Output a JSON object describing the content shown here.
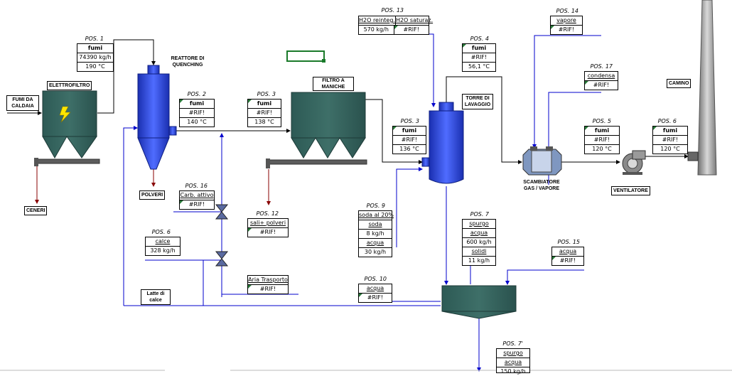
{
  "labels": {
    "fumi_da_caldaia": "FUMI DA CALDAIA",
    "elettrofiltro": "ELETTROFILTRO",
    "reattore": "REATTORE DI QUENCHING",
    "filtro": "FILTRO A MANICHE",
    "torre": "TORRE DI LAVAGGIO",
    "scambiatore": "SCAMBIATORE GAS / VAPORE",
    "ventilatore": "VENTILATORE",
    "camino": "CAMINO",
    "ceneri": "CENERI",
    "polveri": "POLVERI",
    "latte": "Latte di calce"
  },
  "streams": {
    "pos1": {
      "pos": "POS. 1",
      "head": "fumi",
      "v1": "74390 kg/h",
      "v2": "190 °C"
    },
    "pos2": {
      "pos": "POS. 2",
      "head": "fumi",
      "v1": "#RIF!",
      "v2": "140 °C"
    },
    "pos3": {
      "pos": "POS. 3",
      "head": "fumi",
      "v1": "#RIF!",
      "v2": "138 °C"
    },
    "pos3b": {
      "pos": "POS. 3",
      "head": "fumi",
      "v1": "#RIF!",
      "v2": "136 °C"
    },
    "pos4": {
      "pos": "POS. 4",
      "head": "fumi",
      "v1": "#RIF!",
      "v2": "56,1 °C"
    },
    "pos5": {
      "pos": "POS. 5",
      "head": "fumi",
      "v1": "#RIF!",
      "v2": "120 °C"
    },
    "pos6": {
      "pos": "POS. 6",
      "head": "fumi",
      "v1": "#RIF!",
      "v2": "120 °C"
    },
    "pos6b": {
      "pos": "POS. 6",
      "head": "calce",
      "v1": "328 kg/h"
    },
    "pos7": {
      "pos": "POS. 7",
      "head": "spurgo",
      "r1": "acqua",
      "r2": "600 kg/h",
      "r3": "solidi",
      "r4": "11 kg/h"
    },
    "pos7b": {
      "pos": "POS. 7'",
      "head": "spurgo",
      "r1": "acqua",
      "r2": "150 kg/h"
    },
    "pos9": {
      "pos": "POS. 9",
      "head": "soda al 20%",
      "r1": "soda",
      "r2": "8 kg/h",
      "r3": "acqua",
      "r4": "30 kg/h"
    },
    "pos10": {
      "pos": "POS. 10",
      "head": "acqua",
      "v1": "#RIF!"
    },
    "pos12": {
      "pos": "POS. 12",
      "head": "sali+ polveri",
      "v1": "#RIF!"
    },
    "pos13": {
      "pos": "POS. 13",
      "h1": "H2O reinteg.",
      "h2": "H2O saturaz.",
      "v1": "570 kg/h",
      "v2": "#RIF!"
    },
    "pos14": {
      "pos": "POS. 14",
      "head": "vapore",
      "v1": "#RIF!"
    },
    "pos15": {
      "pos": "POS. 15",
      "head": "acqua",
      "v1": "#RIF!"
    },
    "pos16": {
      "pos": "POS. 16",
      "head": "Carb. attivo",
      "v1": "#RIF!"
    },
    "pos17": {
      "pos": "POS. 17",
      "head": "condensa",
      "v1": "#RIF!"
    },
    "aria": {
      "head": "Aria Trasporto",
      "v1": "#RIF!"
    }
  }
}
